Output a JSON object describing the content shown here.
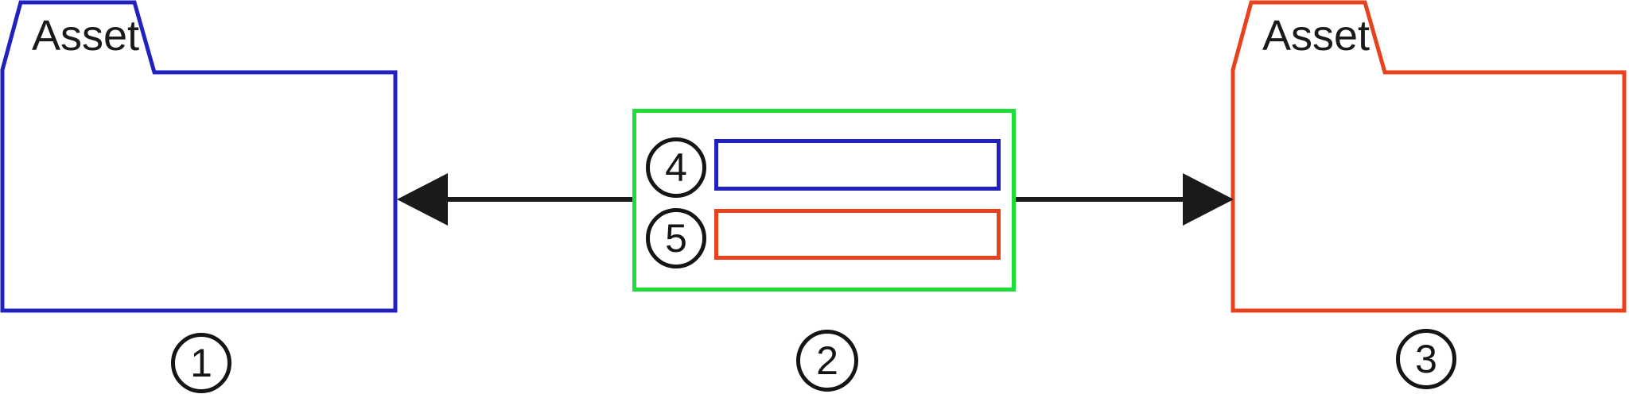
{
  "diagram": {
    "left_folder": {
      "label": "Asset",
      "badge": "1",
      "border_color": "#2121bd"
    },
    "mapping_box": {
      "badge": "2",
      "border_color": "#1ede3a",
      "rows": [
        {
          "badge": "4",
          "bar_color": "#2121bd"
        },
        {
          "badge": "5",
          "bar_color": "#e8421c"
        }
      ]
    },
    "right_folder": {
      "label": "Asset",
      "badge": "3",
      "border_color": "#e8421c"
    },
    "arrow_color": "#1a1a1a"
  }
}
